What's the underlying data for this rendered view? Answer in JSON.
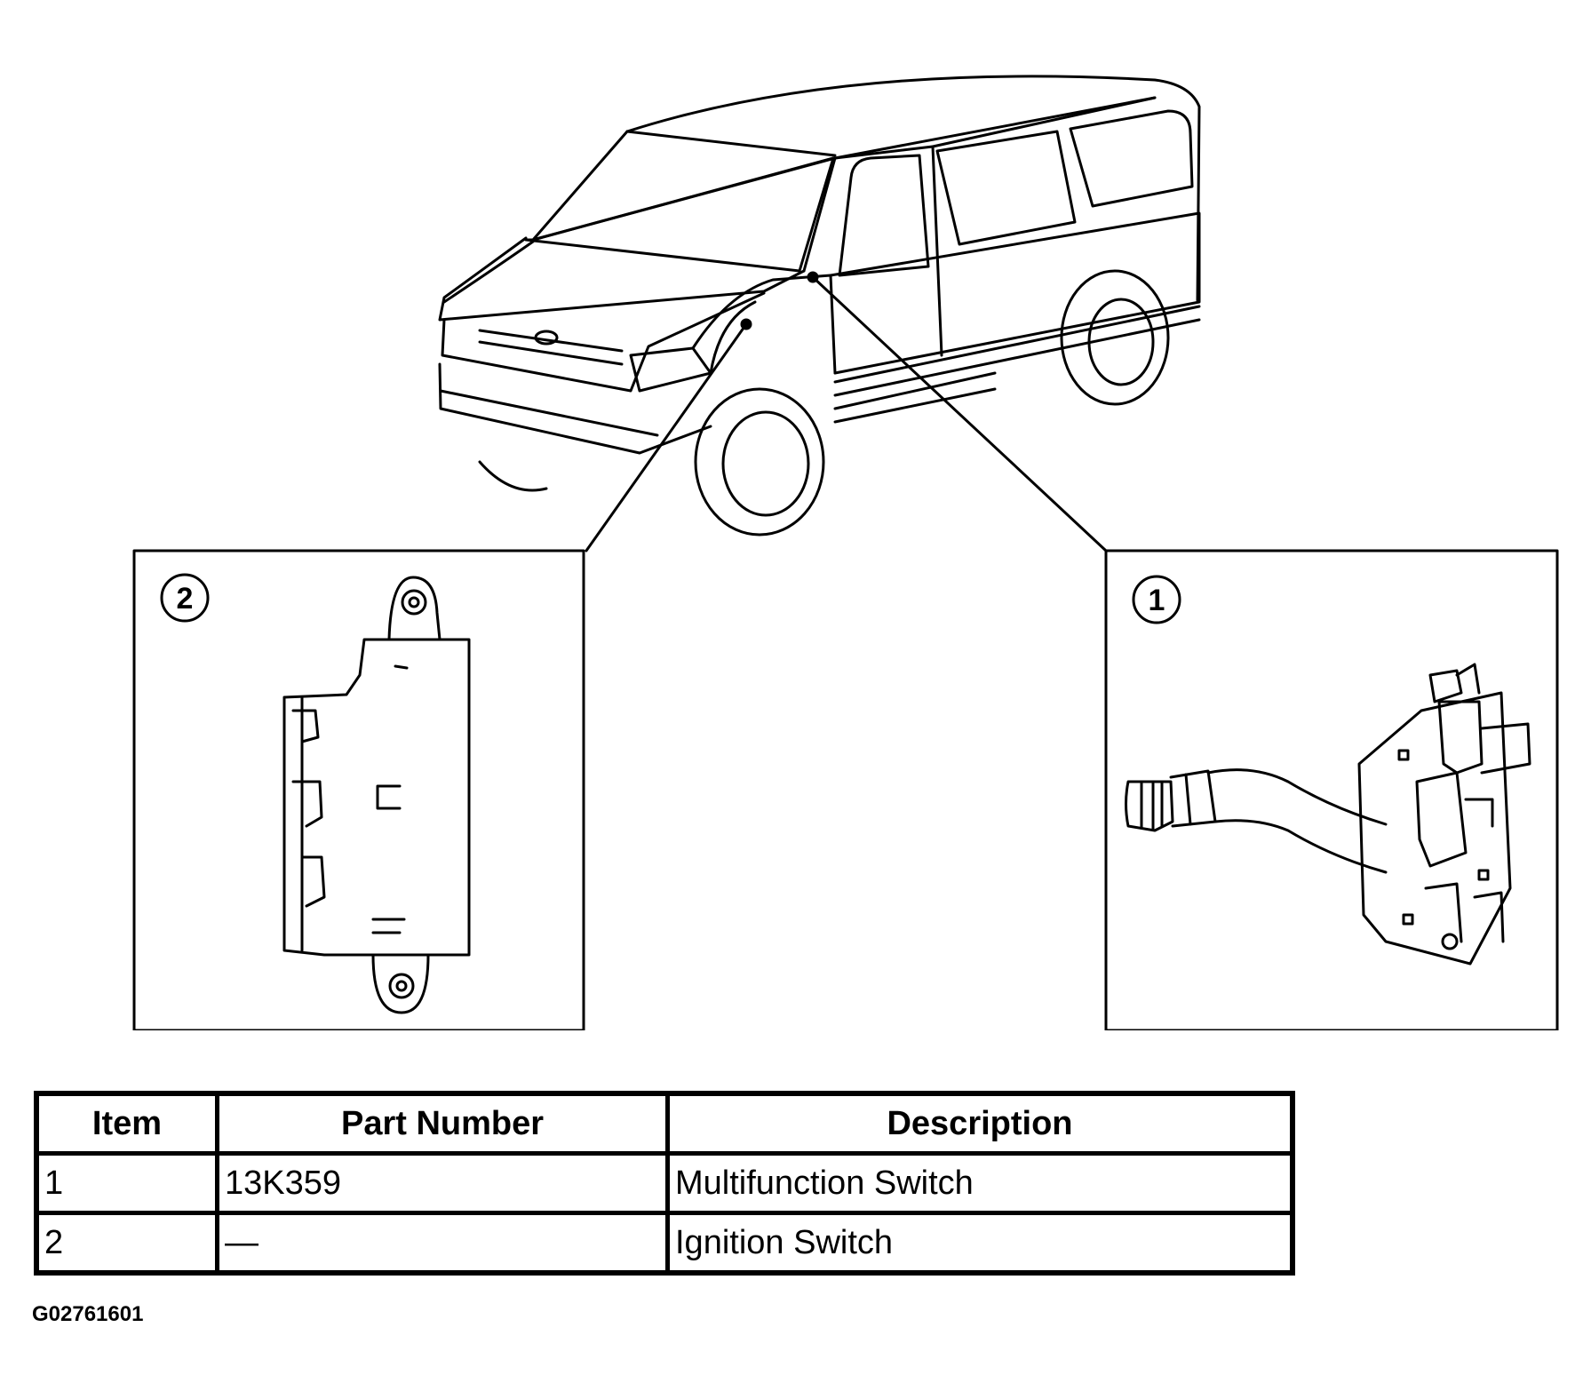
{
  "callouts": [
    "1",
    "2"
  ],
  "table": {
    "headers": [
      "Item",
      "Part Number",
      "Description"
    ],
    "rows": [
      {
        "item": "1",
        "part_number": "13K359",
        "description": "Multifunction Switch"
      },
      {
        "item": "2",
        "part_number": "—",
        "description": "Ignition Switch"
      }
    ]
  },
  "figure_id": "G02761601"
}
